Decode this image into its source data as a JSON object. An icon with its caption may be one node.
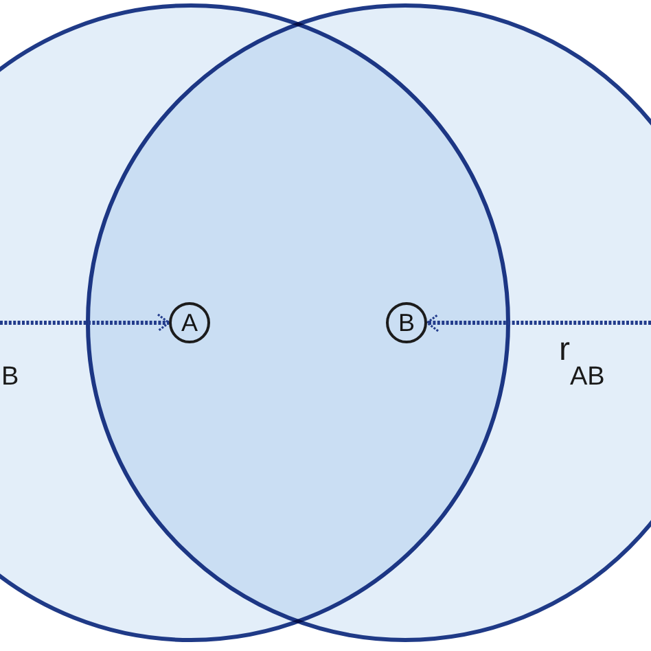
{
  "diagram": {
    "nodes": [
      {
        "text": [
          "A"
        ]
      },
      {
        "text": [
          "B"
        ]
      }
    ],
    "edges": [
      {
        "from": null,
        "to": 0,
        "arrow": "to",
        "label": "B"
      },
      {
        "from": null,
        "to": 1,
        "arrow": "to",
        "label": "r$_{AB}$"
      }
    ]
  }
}
